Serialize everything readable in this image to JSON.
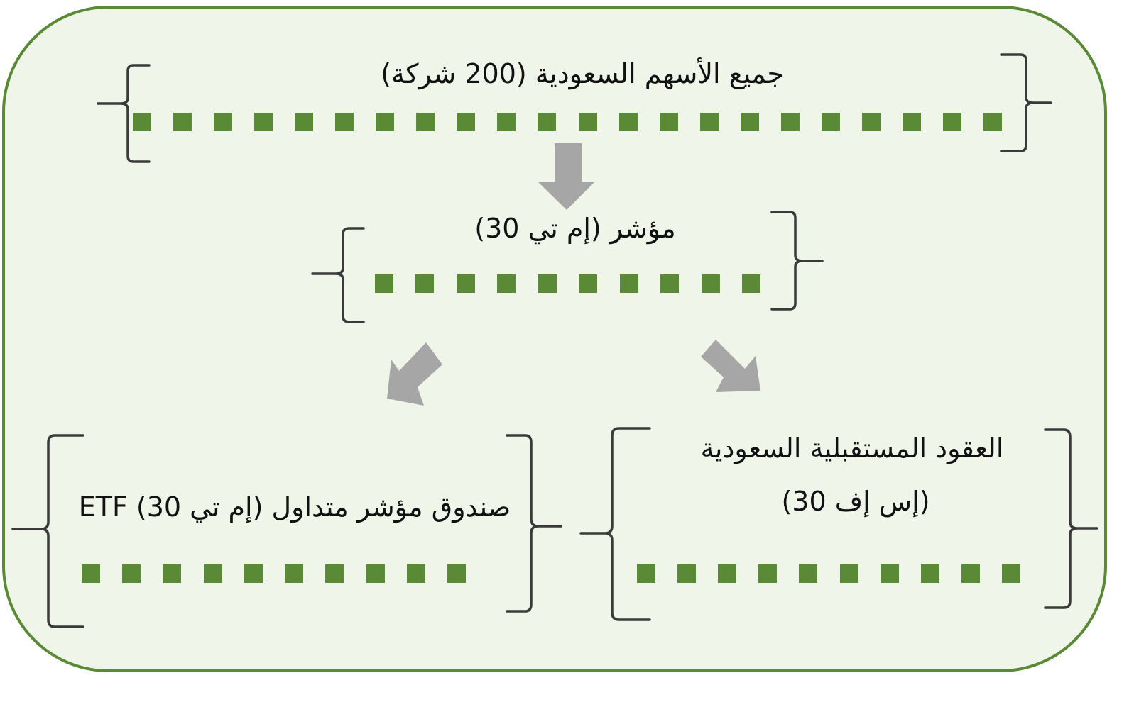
{
  "colors": {
    "frame_border": "#5a8a35",
    "frame_fill": "#f0f5ea",
    "square": "#5a8a35",
    "arrow": "#a6a6a6",
    "bracket": "#3a3a3a",
    "text": "#111111"
  },
  "top": {
    "label": "جميع الأسهم السعودية (200 شركة)",
    "square_count": 22
  },
  "middle": {
    "label": "مؤشر (إم تي 30)",
    "square_count": 10
  },
  "bottom_left": {
    "label": "صندوق مؤشر متداول (إم تي 30)  ETF",
    "square_count": 10
  },
  "bottom_right": {
    "label_line1": "العقود المستقبلية السعودية",
    "label_line2": "(إس إف 30)",
    "square_count": 10
  },
  "arrows": [
    {
      "id": "top-to-middle",
      "direction": "down"
    },
    {
      "id": "middle-to-etf",
      "direction": "down-left"
    },
    {
      "id": "middle-to-futures",
      "direction": "down-right"
    }
  ]
}
